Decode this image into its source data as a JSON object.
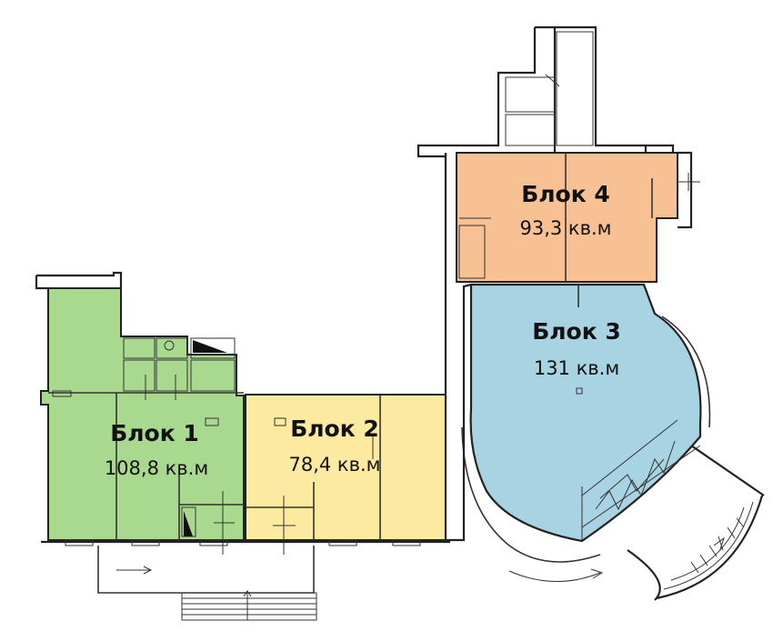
{
  "colors": {
    "block1": "#a9d98f",
    "block2": "#fbeaa0",
    "block3": "#a8d3e2",
    "block4": "#f7c193"
  },
  "blocks": [
    {
      "name": "Блок 1",
      "area": "108,8 кв.м"
    },
    {
      "name": "Блок 2",
      "area": "78,4 кв.м"
    },
    {
      "name": "Блок 3",
      "area": "131 кв.м"
    },
    {
      "name": "Блок 4",
      "area": "93,3 кв.м"
    }
  ]
}
